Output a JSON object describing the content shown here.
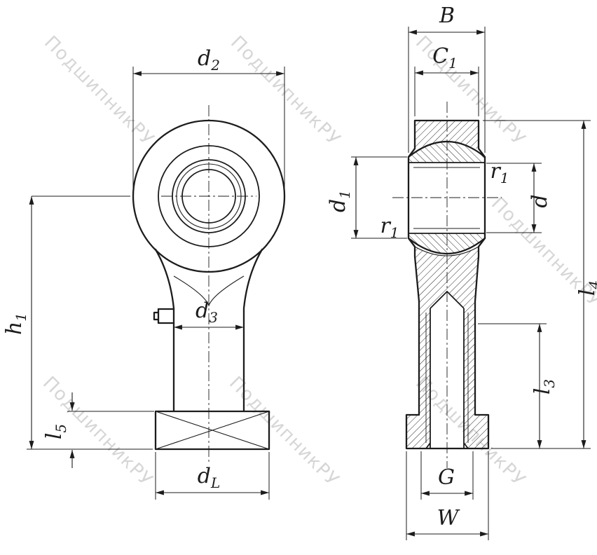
{
  "drawing": {
    "watermark": "ПодшипникРУ",
    "line_color": "#1c1c1c",
    "background": "#ffffff",
    "views": {
      "front": "front-view",
      "section": "section-view"
    }
  },
  "dims": {
    "d2": {
      "base": "d",
      "sub": "2"
    },
    "h1": {
      "base": "h",
      "sub": "1"
    },
    "l5": {
      "base": "l",
      "sub": "5"
    },
    "d3": {
      "base": "d",
      "sub": "3"
    },
    "dL": {
      "base": "d",
      "sub": "L"
    },
    "B": {
      "base": "B",
      "sub": ""
    },
    "C1": {
      "base": "C",
      "sub": "1"
    },
    "d1": {
      "base": "d",
      "sub": "1"
    },
    "r1a": {
      "base": "r",
      "sub": "1"
    },
    "r1b": {
      "base": "r",
      "sub": "1"
    },
    "d": {
      "base": "d",
      "sub": ""
    },
    "l4": {
      "base": "l",
      "sub": "4"
    },
    "l3": {
      "base": "l",
      "sub": "3"
    },
    "G": {
      "base": "G",
      "sub": ""
    },
    "W": {
      "base": "W",
      "sub": ""
    }
  }
}
